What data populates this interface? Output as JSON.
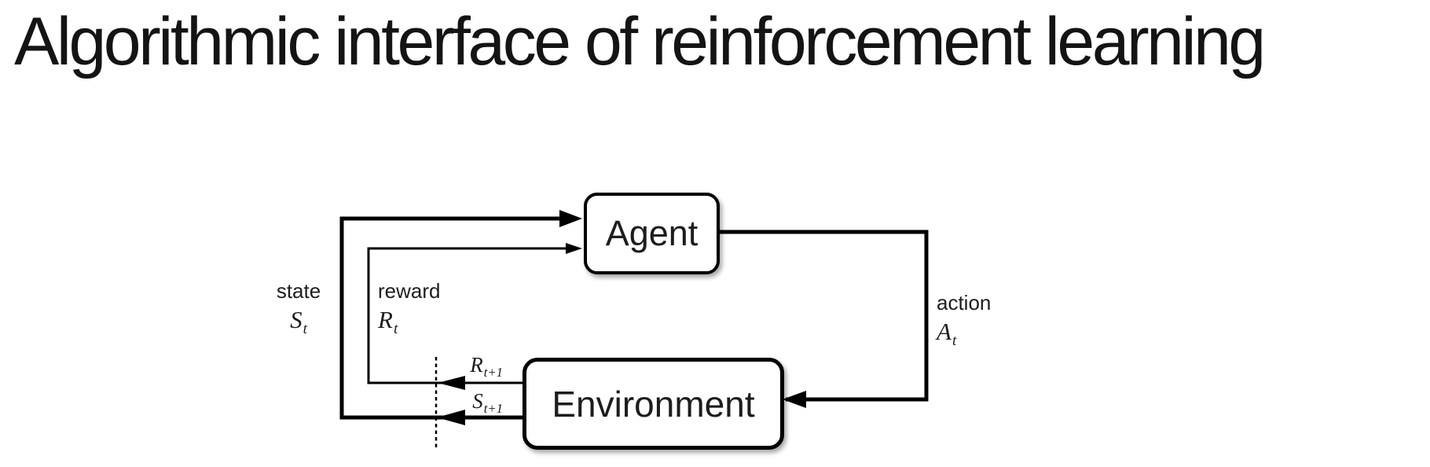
{
  "title": "Algorithmic interface of reinforcement learning",
  "diagram": {
    "agent_label": "Agent",
    "environment_label": "Environment",
    "state": {
      "label": "state",
      "symbol": "S",
      "subscript": "t"
    },
    "reward": {
      "label": "reward",
      "symbol": "R",
      "subscript": "t"
    },
    "action": {
      "label": "action",
      "symbol": "A",
      "subscript": "t"
    },
    "next_reward": {
      "symbol": "R",
      "subscript": "t+1"
    },
    "next_state": {
      "symbol": "S",
      "subscript": "t+1"
    },
    "colors": {
      "line": "#000000",
      "text": "#1d1d1d",
      "box_fill": "#ffffff",
      "background": "#ffffff"
    }
  }
}
